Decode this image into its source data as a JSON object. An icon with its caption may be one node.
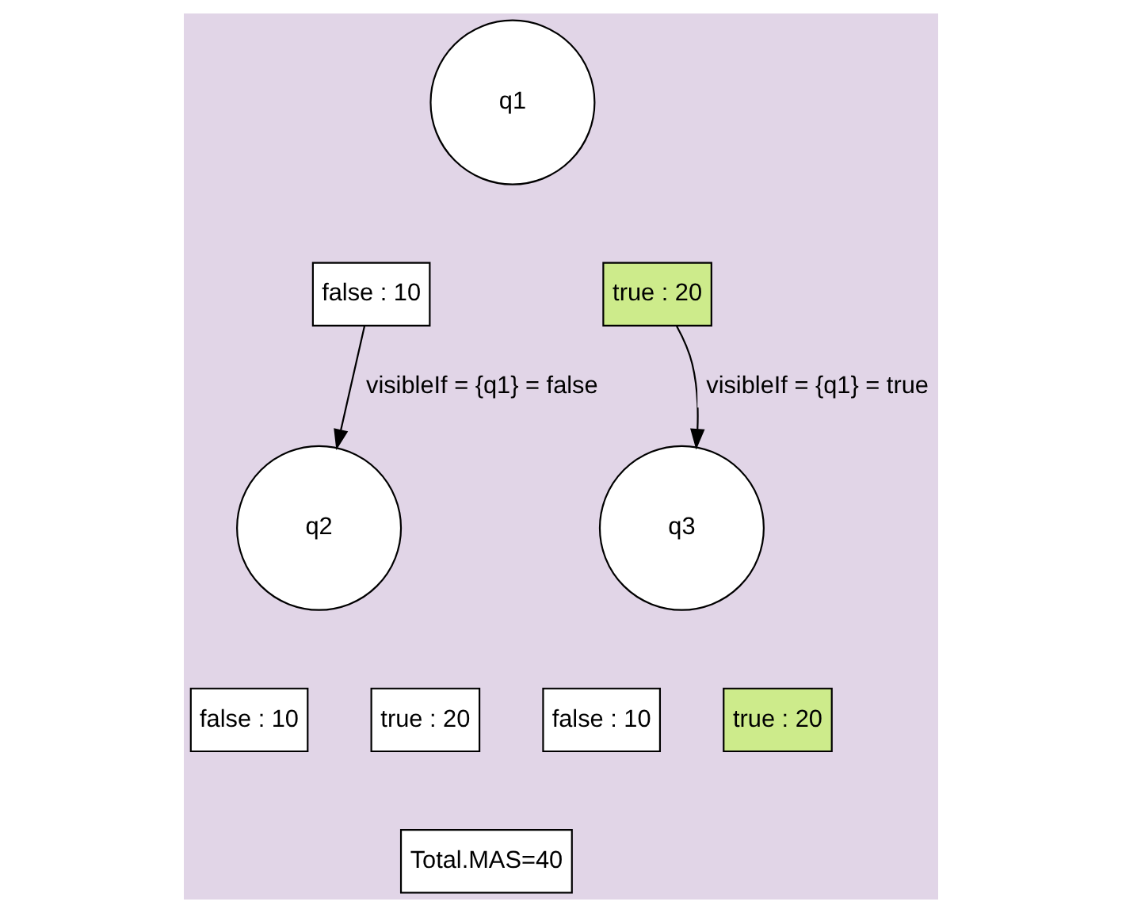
{
  "diagram": {
    "nodes": [
      {
        "text": [
          "q1"
        ]
      },
      {
        "text": [
          "false : 10"
        ]
      },
      {
        "text": [
          "true : 20"
        ]
      },
      {
        "text": [
          "q2"
        ]
      },
      {
        "text": [
          "q3"
        ]
      },
      {
        "text": [
          "false : 10"
        ]
      },
      {
        "text": [
          "true : 20"
        ]
      },
      {
        "text": [
          "false : 10"
        ]
      },
      {
        "text": [
          "true : 20"
        ]
      },
      {
        "text": [
          "Total.MAS=40"
        ]
      }
    ],
    "edges": [
      {
        "from": 1,
        "to": 3,
        "arrow": "to",
        "label": "visibleIf = {q1} = false"
      },
      {
        "from": 2,
        "to": 4,
        "arrow": "to",
        "label": "visibleIf = {q1} = true"
      }
    ]
  }
}
